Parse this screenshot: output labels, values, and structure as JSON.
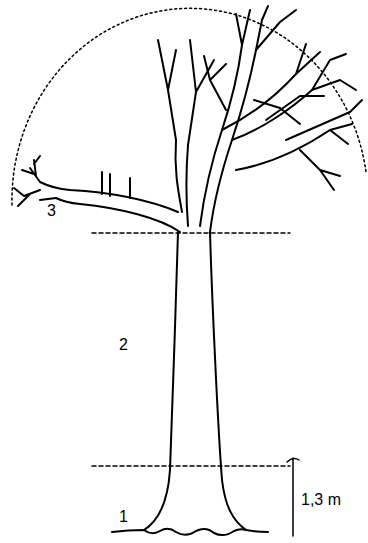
{
  "diagram": {
    "labels": [
      "3",
      "2",
      "1",
      "1,3 m"
    ]
  }
}
